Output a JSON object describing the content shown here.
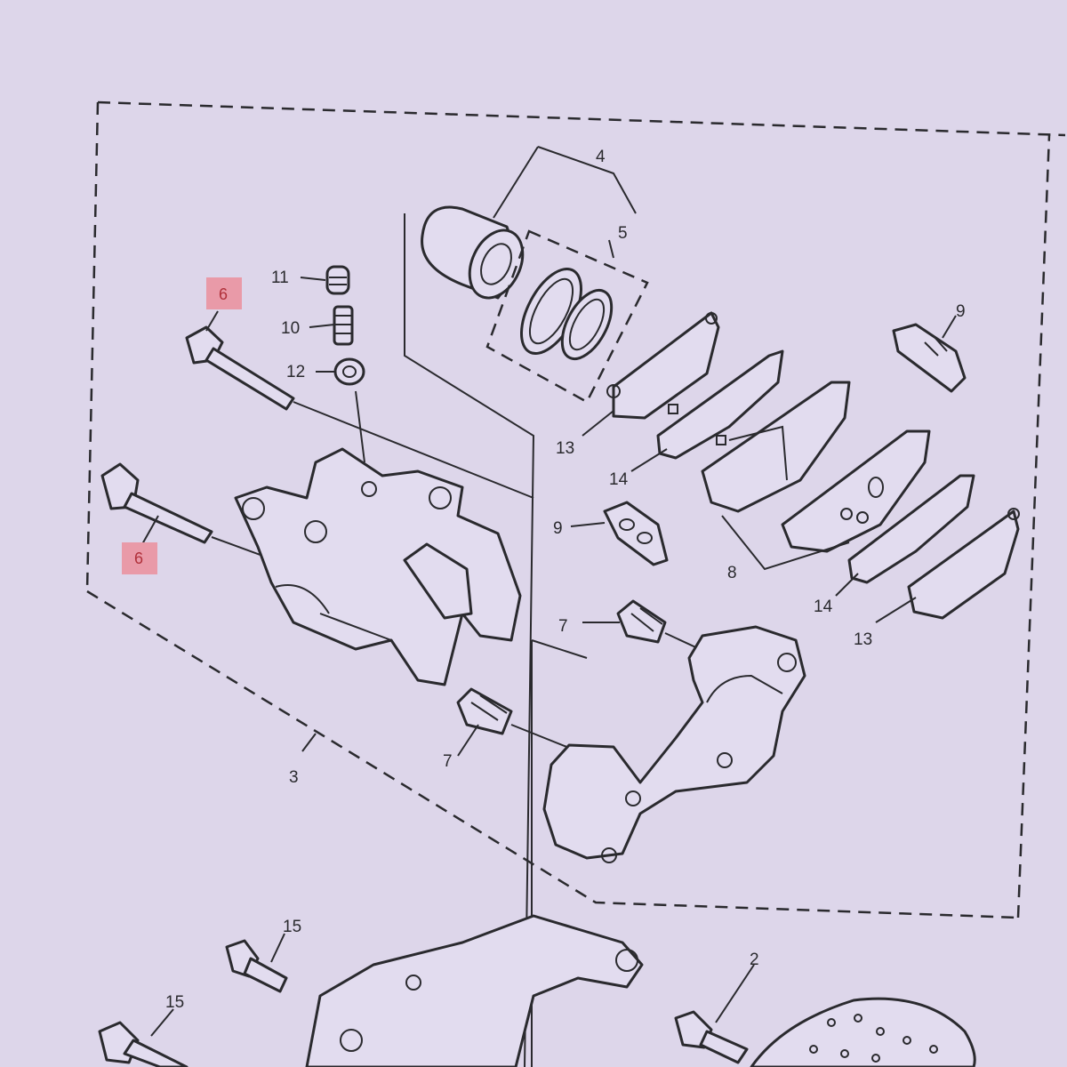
{
  "diagram": {
    "labels": {
      "l4": "4",
      "l5": "5",
      "l11": "11",
      "l10": "10",
      "l12": "12",
      "l6a": "6",
      "l6b": "6",
      "l9a": "9",
      "l9b": "9",
      "l13a": "13",
      "l13b": "13",
      "l14a": "14",
      "l14b": "14",
      "l8": "8",
      "l7a": "7",
      "l7b": "7",
      "l3": "3",
      "l15a": "15",
      "l15b": "15",
      "l2": "2"
    },
    "highlight_color": "#e99aa8"
  }
}
